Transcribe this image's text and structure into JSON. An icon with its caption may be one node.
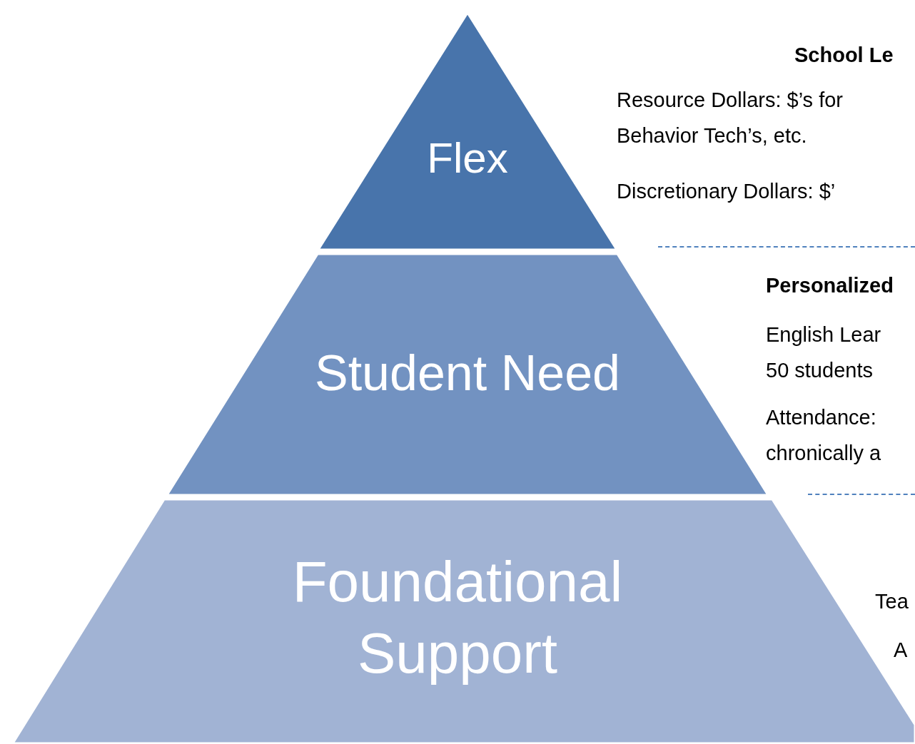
{
  "diagram": {
    "nodes": [
      {
        "text": [
          "Flex"
        ]
      },
      {
        "text": [
          "Student Need"
        ]
      },
      {
        "text": [
          "Foundational Support"
        ]
      }
    ],
    "labels": [
      "School Le",
      "Resource Dollars: $’s for Behavior Tech’s, etc.",
      "Discretionary Dollars: $’",
      "Personalized",
      "English Lear 50 students",
      "Attendance: chronically a",
      "Tea",
      "A"
    ]
  }
}
